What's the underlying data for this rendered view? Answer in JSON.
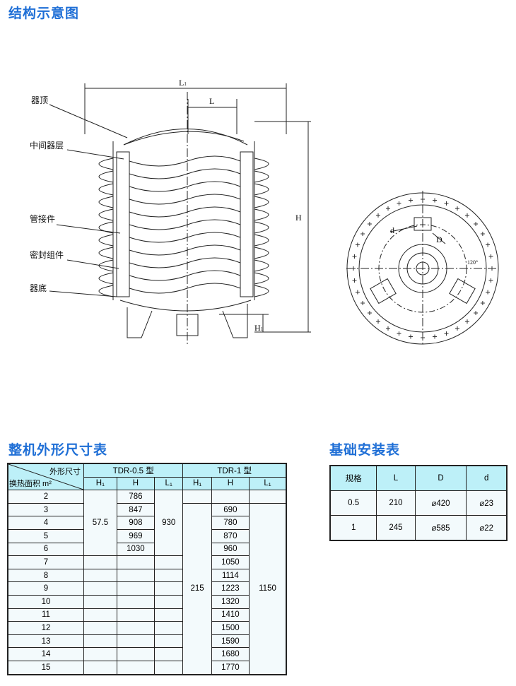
{
  "titles": {
    "structure": "结构示意图",
    "dimensions": "整机外形尺寸表",
    "installation": "基础安装表"
  },
  "diagram": {
    "labels": [
      "器顶",
      "中间器层",
      "管接件",
      "密封组件",
      "器底"
    ],
    "dims": {
      "L1": "L",
      "L1_sub": "1",
      "L": "L",
      "H": "H",
      "H1": "H",
      "H1_sub": "1",
      "d": "d",
      "D": "D",
      "angle": "120°"
    }
  },
  "dim_table": {
    "corner_top": "外形尺寸",
    "corner_bottom": "换热面积 m²",
    "models": [
      "TDR-0.5 型",
      "TDR-1 型"
    ],
    "sub_headers": [
      "H₁",
      "H",
      "L₁",
      "H₁",
      "H",
      "L₁"
    ],
    "areas": [
      "2",
      "3",
      "4",
      "5",
      "6",
      "7",
      "8",
      "9",
      "10",
      "11",
      "12",
      "13",
      "14",
      "15"
    ],
    "tdr05": {
      "H1": "57.5",
      "H": [
        "786",
        "847",
        "908",
        "969",
        "1030"
      ],
      "L1": "930"
    },
    "tdr1": {
      "H1": "215",
      "H": [
        "",
        "690",
        "780",
        "870",
        "960",
        "1050",
        "1114",
        "1223",
        "1320",
        "1410",
        "1500",
        "1590",
        "1680",
        "1770"
      ],
      "L1": "1150"
    }
  },
  "install_table": {
    "headers": [
      "规格",
      "L",
      "D",
      "d"
    ],
    "rows": [
      [
        "0.5",
        "210",
        "⌀420",
        "⌀23"
      ],
      [
        "1",
        "245",
        "⌀585",
        "⌀22"
      ]
    ]
  },
  "colors": {
    "title": "#1f6fd6",
    "header": "#bdf0f8"
  }
}
